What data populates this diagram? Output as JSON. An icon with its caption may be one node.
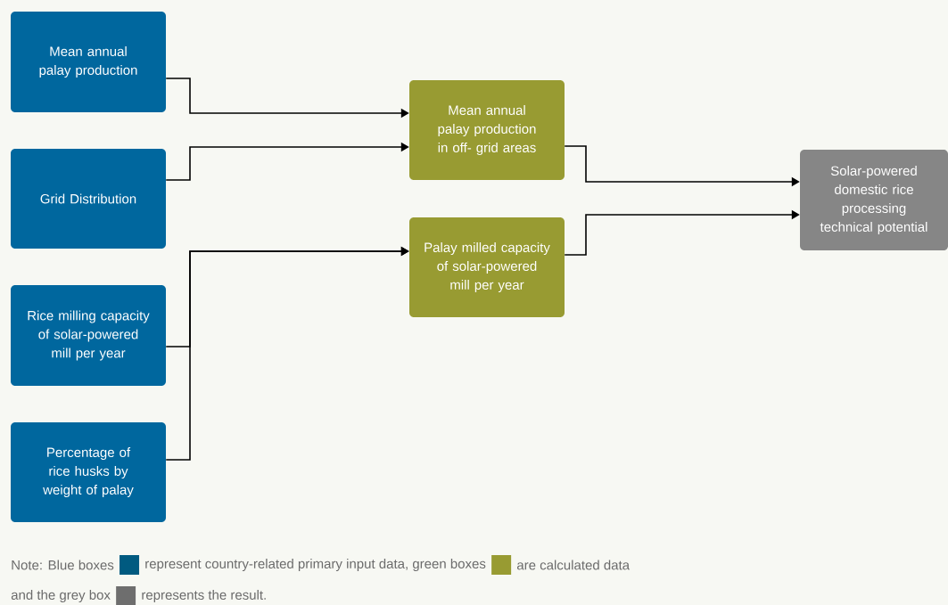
{
  "diagram": {
    "nodes": [
      {
        "text": [
          "Mean annual palay production"
        ]
      },
      {
        "text": [
          "Grid Distribution"
        ]
      },
      {
        "text": [
          "Rice milling capacity of solar-powered mill per year"
        ]
      },
      {
        "text": [
          "Percentage of rice husks by weight of palay"
        ]
      },
      {
        "text": [
          "Mean annual palay production in off- grid areas"
        ]
      },
      {
        "text": [
          "Palay milled capacity of solar-powered mill per year"
        ]
      },
      {
        "text": [
          "Solar-powered domestic rice processing technical potential"
        ]
      }
    ],
    "edges": [
      {
        "from": 0,
        "to": 4,
        "arrow": "to"
      },
      {
        "from": 1,
        "to": 4,
        "arrow": "to"
      },
      {
        "from": 2,
        "to": 5,
        "arrow": "to"
      },
      {
        "from": 3,
        "to": 5,
        "arrow": "to"
      },
      {
        "from": 4,
        "to": 6,
        "arrow": "to"
      },
      {
        "from": 5,
        "to": 6,
        "arrow": "to"
      }
    ],
    "labels": [
      "are calculated data",
      "represents the result."
    ],
    "legend": [
      {
        "text": "Note: Blue boxes",
        "color": "#005a80"
      },
      {
        "text": "represent country-related primary input data, green boxes",
        "color": "#989b32"
      },
      {
        "text": "and the grey box",
        "color": "#6e6e6e"
      }
    ]
  }
}
